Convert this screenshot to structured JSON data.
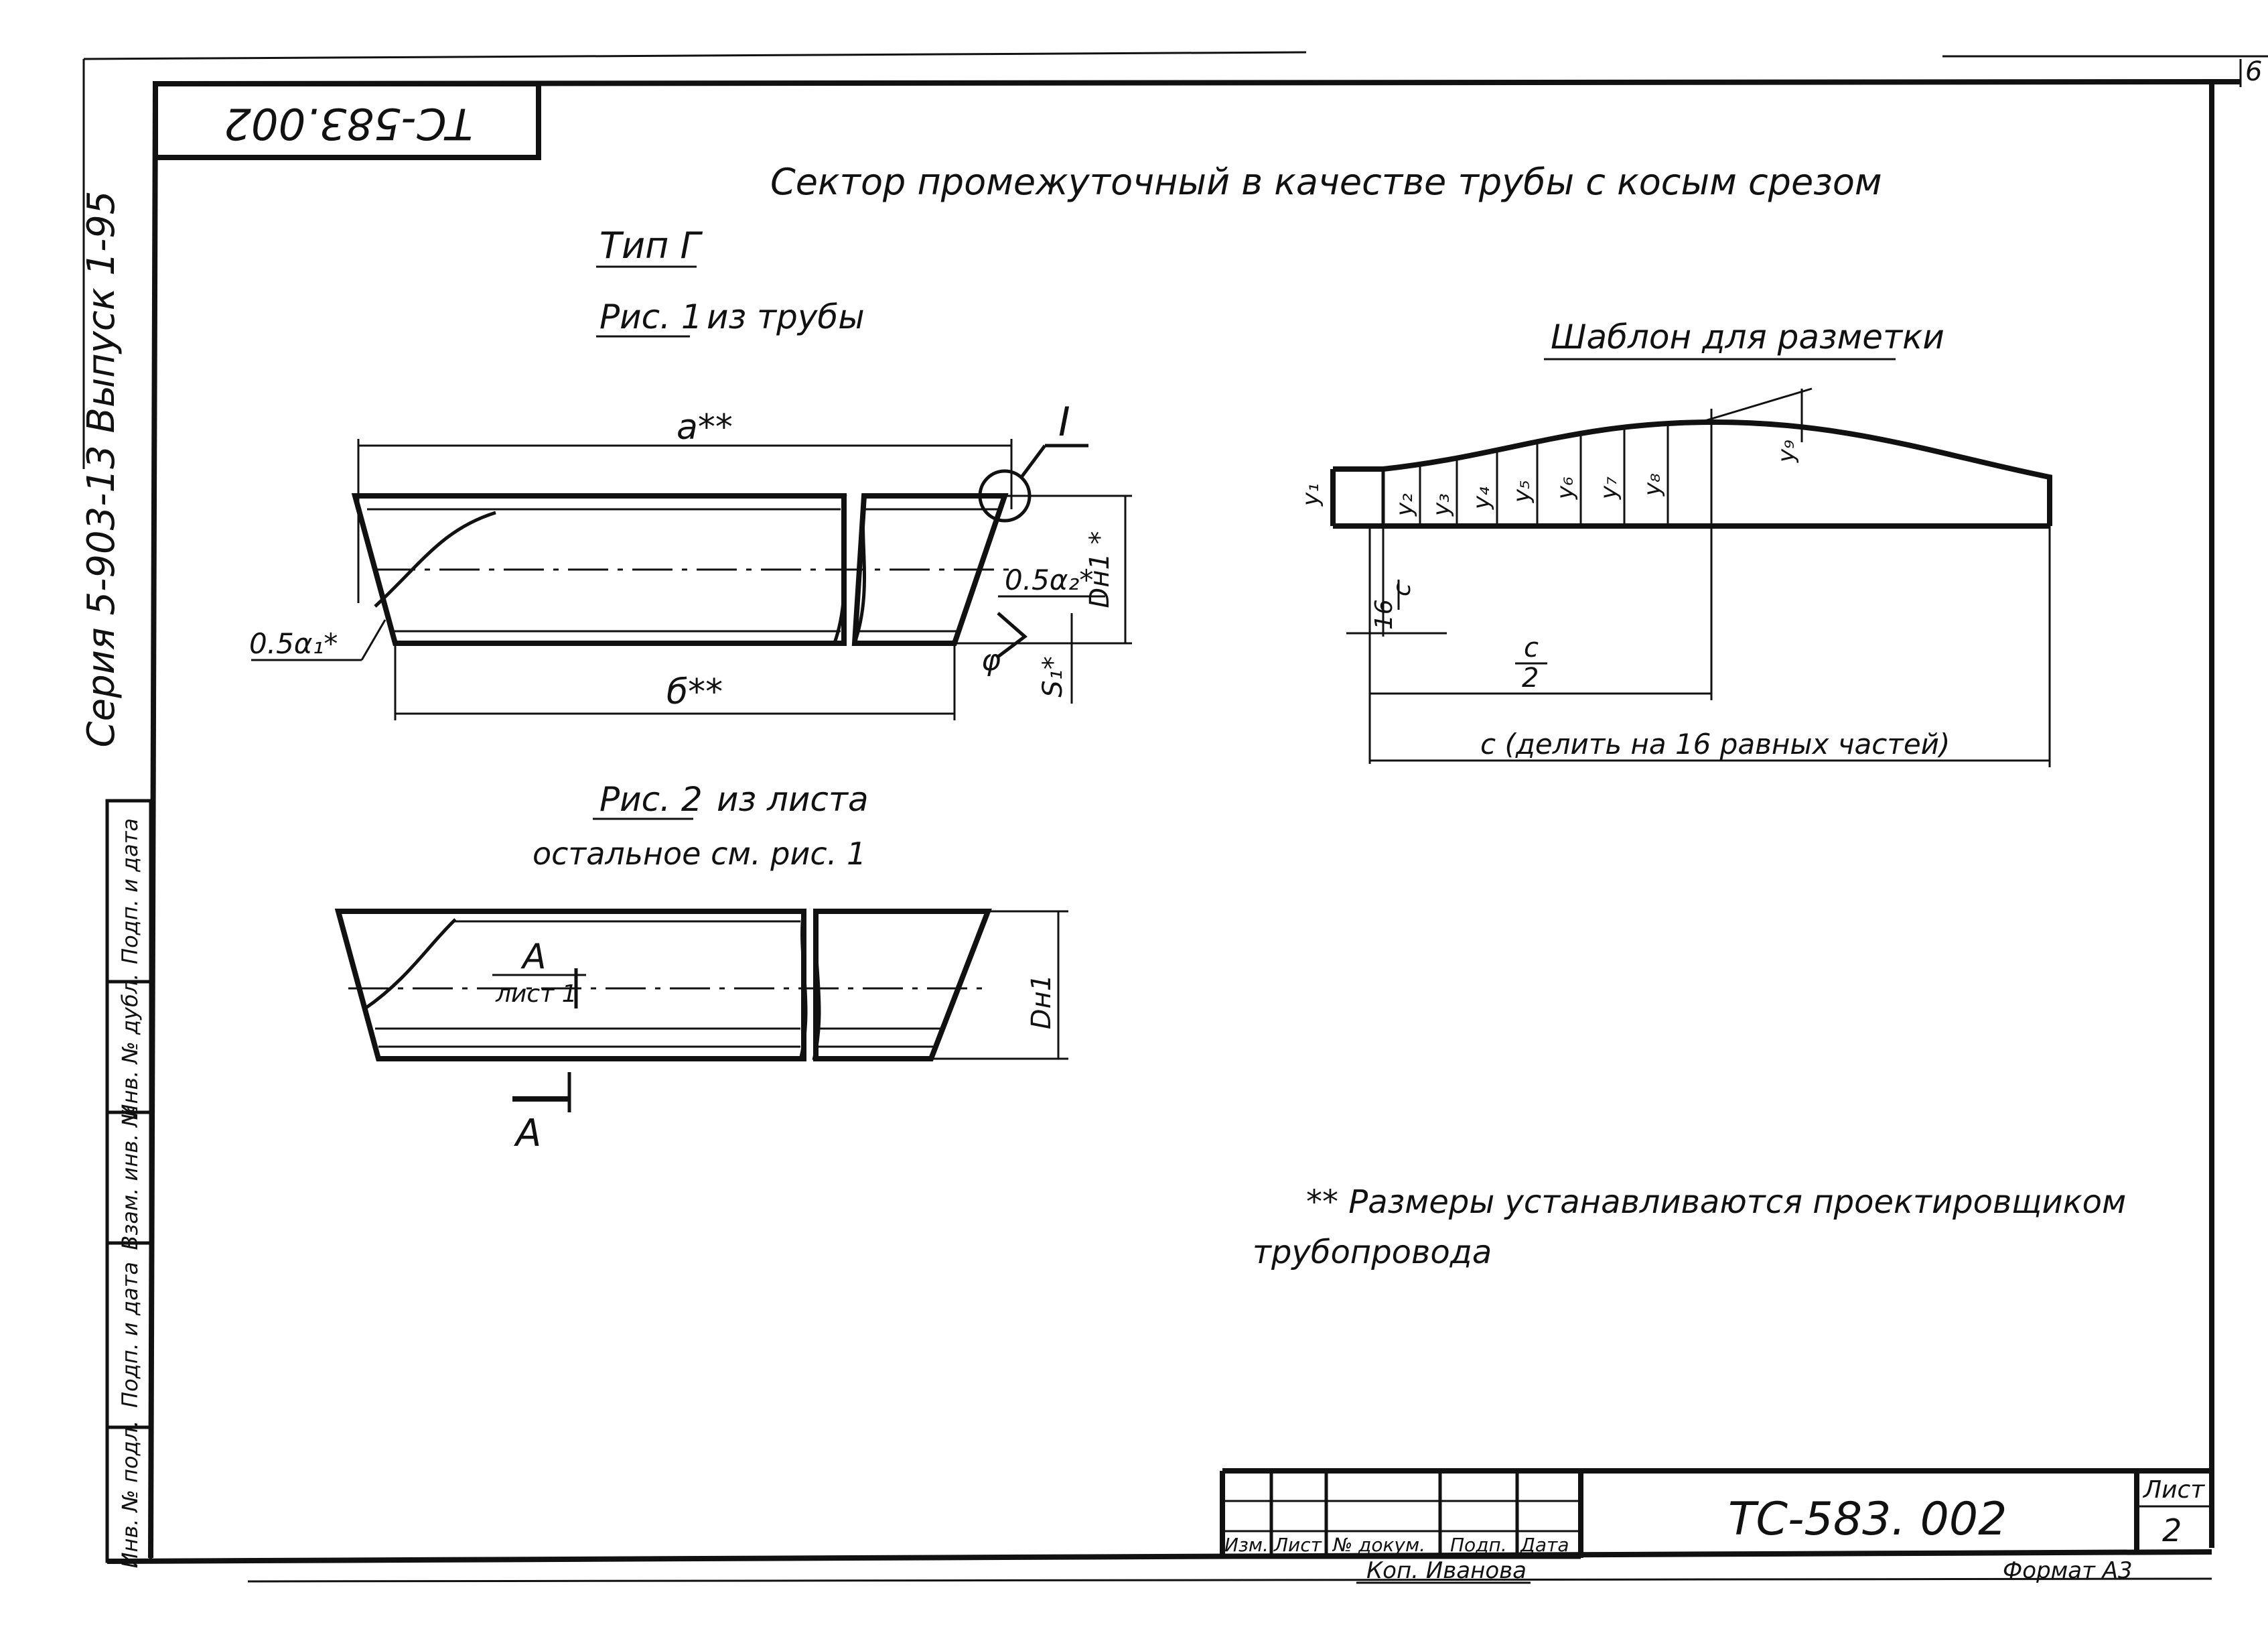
{
  "sheet_corner": "6",
  "rotated_code": "ТС-583.002",
  "series_label": "Серия 5-903-13 Выпуск 1-95",
  "title": "Сектор промежуточный в качестве трубы с косым срезом",
  "type_label": "Тип Г",
  "fig1": {
    "caption": "Рис. 1",
    "suffix": "из трубы",
    "dim_a": "а**",
    "dim_b": "б**",
    "detail_mark": "I",
    "half_alpha_left": "0.5α₁*",
    "half_alpha_right": "0.5α₂*",
    "dh_label": "Dн1 *",
    "phi_label": "φ",
    "s_label": "S₁*"
  },
  "fig2": {
    "caption": "Рис. 2",
    "suffix": "из листа",
    "note": "остальное см. рис. 1",
    "section_top": "А",
    "section_sub": "лист 1",
    "section_bottom": "А",
    "dh_label": "Dн1"
  },
  "template": {
    "title": "Шаблон для разметки",
    "y_labels": [
      "у₁",
      "у₂",
      "у₃",
      "у₄",
      "у₅",
      "у₆",
      "у₇",
      "у₈",
      "у₉"
    ],
    "c16_num": "с",
    "c16_den": "16",
    "c2_num": "с",
    "c2_den": "2",
    "c_full": "с (делить на 16 равных частей)"
  },
  "footnote_line1": "** Размеры устанавливаются проектировщиком",
  "footnote_line2": "трубопровода",
  "left_strip": [
    "Подп. и дата",
    "Инв. № дубл.",
    "Взам. инв. №",
    "Подп. и дата",
    "Инв. № подл."
  ],
  "title_block": {
    "headers": [
      "Изм.",
      "Лист",
      "№ докум.",
      "Подп.",
      "Дата"
    ],
    "doc_code": "ТС-583. 002",
    "sheet_label": "Лист",
    "sheet_number": "2",
    "copied_by": "Коп. Иванова",
    "format": "Формат А3"
  }
}
